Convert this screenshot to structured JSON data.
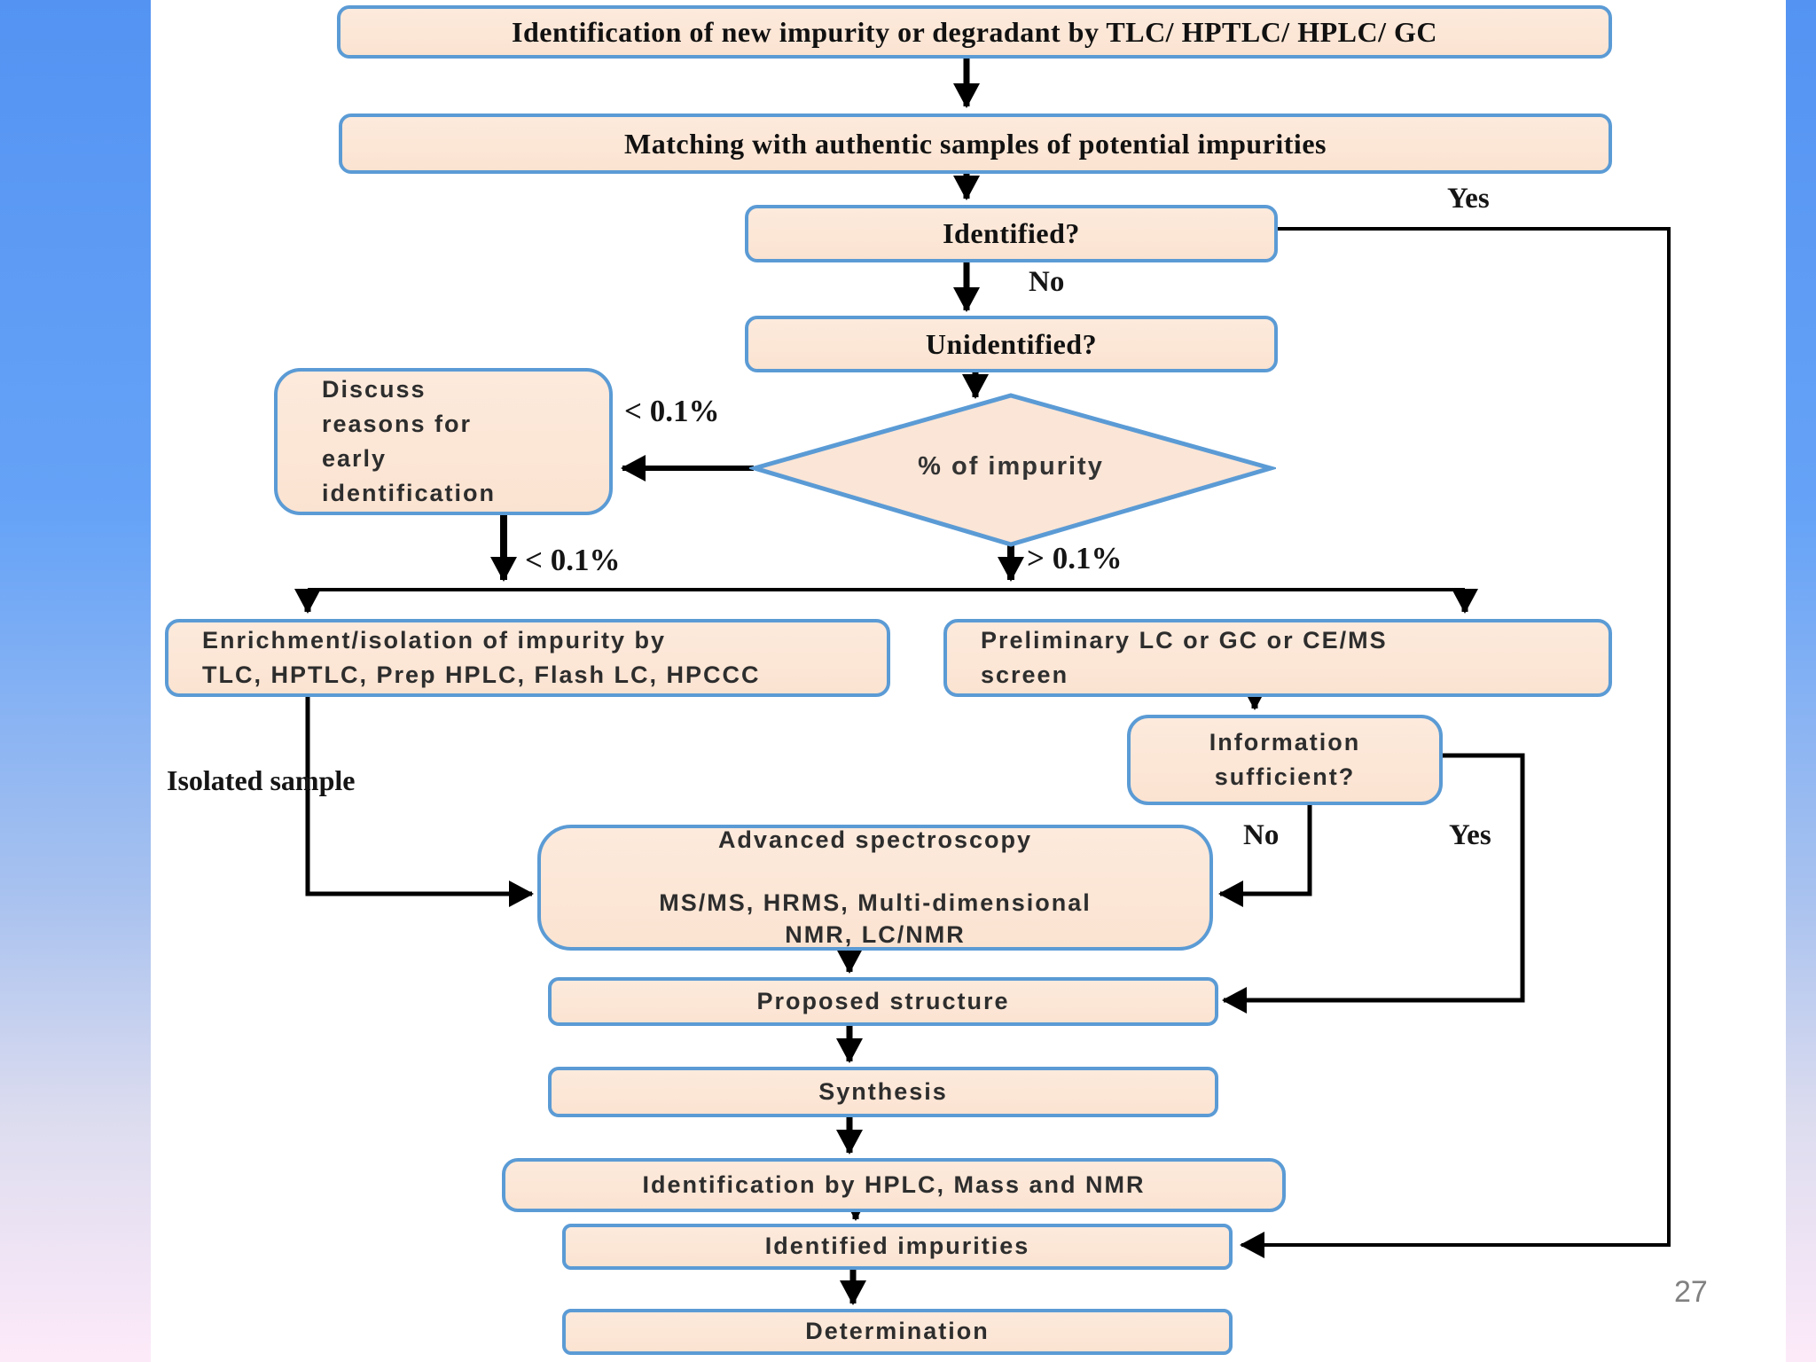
{
  "page": {
    "number": "27"
  },
  "colors": {
    "box_fill": "#fbe5d6",
    "box_border": "#5b9bd5",
    "arrow": "#000000",
    "strip_top": "#5493f2",
    "strip_bottom": "#fdeaf9"
  },
  "flowchart": {
    "nodes": {
      "identification": "Identification of new impurity or degradant by TLC/ HPTLC/ HPLC/ GC",
      "matching": "Matching with authentic samples of potential impurities",
      "identified": "Identified?",
      "unidentified": "Unidentified?",
      "impurity_percent": "% of impurity",
      "discuss": "Discuss\nreasons for\nearly\nidentification",
      "enrichment": "Enrichment/isolation of impurity by\nTLC, HPTLC, Prep HPLC, Flash LC, HPCCC",
      "preliminary": "Preliminary LC or GC or CE/MS\nscreen",
      "information": "Information\nsufficient?",
      "advanced": "Advanced spectroscopy\n\nMS/MS, HRMS, Multi-dimensional\nNMR, LC/NMR",
      "proposed": "Proposed structure",
      "synthesis": "Synthesis",
      "identification_hplc": "Identification by HPLC, Mass and NMR",
      "identified_impurities": "Identified impurities",
      "determination": "Determination"
    },
    "labels": {
      "yes_top": "Yes",
      "no_top": "No",
      "lt_left": "< 0.1%",
      "lt_down": "< 0.1%",
      "gt_down": "> 0.1%",
      "isolated_sample": "Isolated sample",
      "no_info": "No",
      "yes_info": "Yes"
    }
  }
}
